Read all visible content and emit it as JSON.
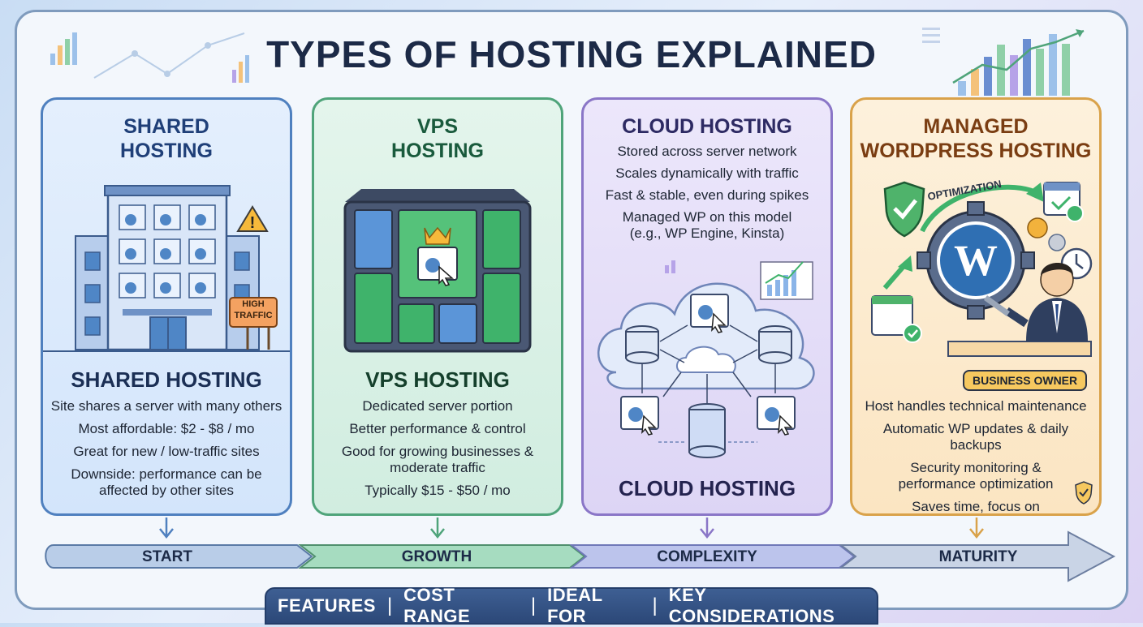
{
  "title": "TYPES OF HOSTING EXPLAINED",
  "cards": {
    "shared": {
      "title_line1": "SHARED",
      "title_line2": "HOSTING",
      "sign_line1": "HIGH",
      "sign_line2": "TRAFFIC",
      "subtitle": "SHARED HOSTING",
      "features": [
        "Site shares a server with many others",
        "Most affordable: $2 - $8 / mo",
        "Great for new / low-traffic sites",
        "Downside: performance can be affected by other sites"
      ]
    },
    "vps": {
      "title_line1": "VPS",
      "title_line2": "HOSTING",
      "subtitle": "VPS HOSTING",
      "features": [
        "Dedicated server portion",
        "Better performance & control",
        "Good for growing businesses & moderate traffic",
        "Typically $15 - $50 / mo"
      ]
    },
    "cloud": {
      "title": "CLOUD HOSTING",
      "subtitle": "CLOUD HOSTING",
      "features": [
        "Stored across server network",
        "Scales dynamically with traffic",
        "Fast & stable, even during spikes",
        "Managed WP on this model (e.g., WP Engine, Kinsta)"
      ]
    },
    "managed": {
      "title_line1": "MANAGED",
      "title_line2": "WORDPRESS HOSTING",
      "optimization_label": "OPTIMIZATION",
      "badge": "BUSINESS OWNER",
      "features": [
        "Host handles technical maintenance",
        "Automatic WP updates & daily backups",
        "Security monitoring & performance optimization",
        "Saves time, focus on running your business"
      ]
    }
  },
  "timeline": [
    "START",
    "GROWTH",
    "COMPLEXITY",
    "MATURITY"
  ],
  "bottom_bar": [
    "FEATURES",
    "COST RANGE",
    "IDEAL FOR",
    "KEY CONSIDERATIONS"
  ],
  "colors": {
    "shared": "#4f80bf",
    "vps": "#4fa47a",
    "cloud": "#8a76c7",
    "managed": "#d9a24a",
    "title": "#1c2a47",
    "bar": "#2c4878"
  }
}
